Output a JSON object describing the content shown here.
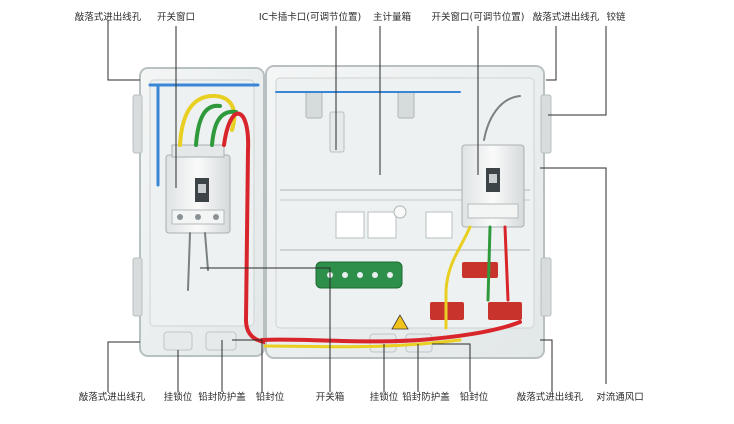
{
  "labels": {
    "top_knockout_left": "敲落式进出线孔",
    "top_switch_window": "开关窗口",
    "top_ic_card": "IC卡插卡口(可调节位置)",
    "top_main_meter_box": "主计量箱",
    "top_switch_window_adj": "开关窗口(可调节位置)",
    "top_knockout_right": "敲落式进出线孔",
    "top_hinge": "铰链",
    "right_vent": "对流通风口",
    "bottom_knockout_left": "敲落式进出线孔",
    "bottom_lock_left": "挂锁位",
    "bottom_seal_cover_left": "铅封防护盖",
    "bottom_seal_left": "铅封位",
    "bottom_switch_box": "开关箱",
    "bottom_lock_right": "挂锁位",
    "bottom_seal_cover_right": "铅封防护盖",
    "bottom_seal_right": "铅封位",
    "bottom_knockout_right": "敲落式进出线孔"
  },
  "colors": {
    "wire_red": "#d8252b",
    "wire_yellow": "#e8cf22",
    "wire_green": "#2f9a3c",
    "wire_blue": "#3a86d6",
    "terminal_green": "#2d8f4a",
    "fuse_red": "#c8342c",
    "warning_yellow": "#f2c21a"
  }
}
